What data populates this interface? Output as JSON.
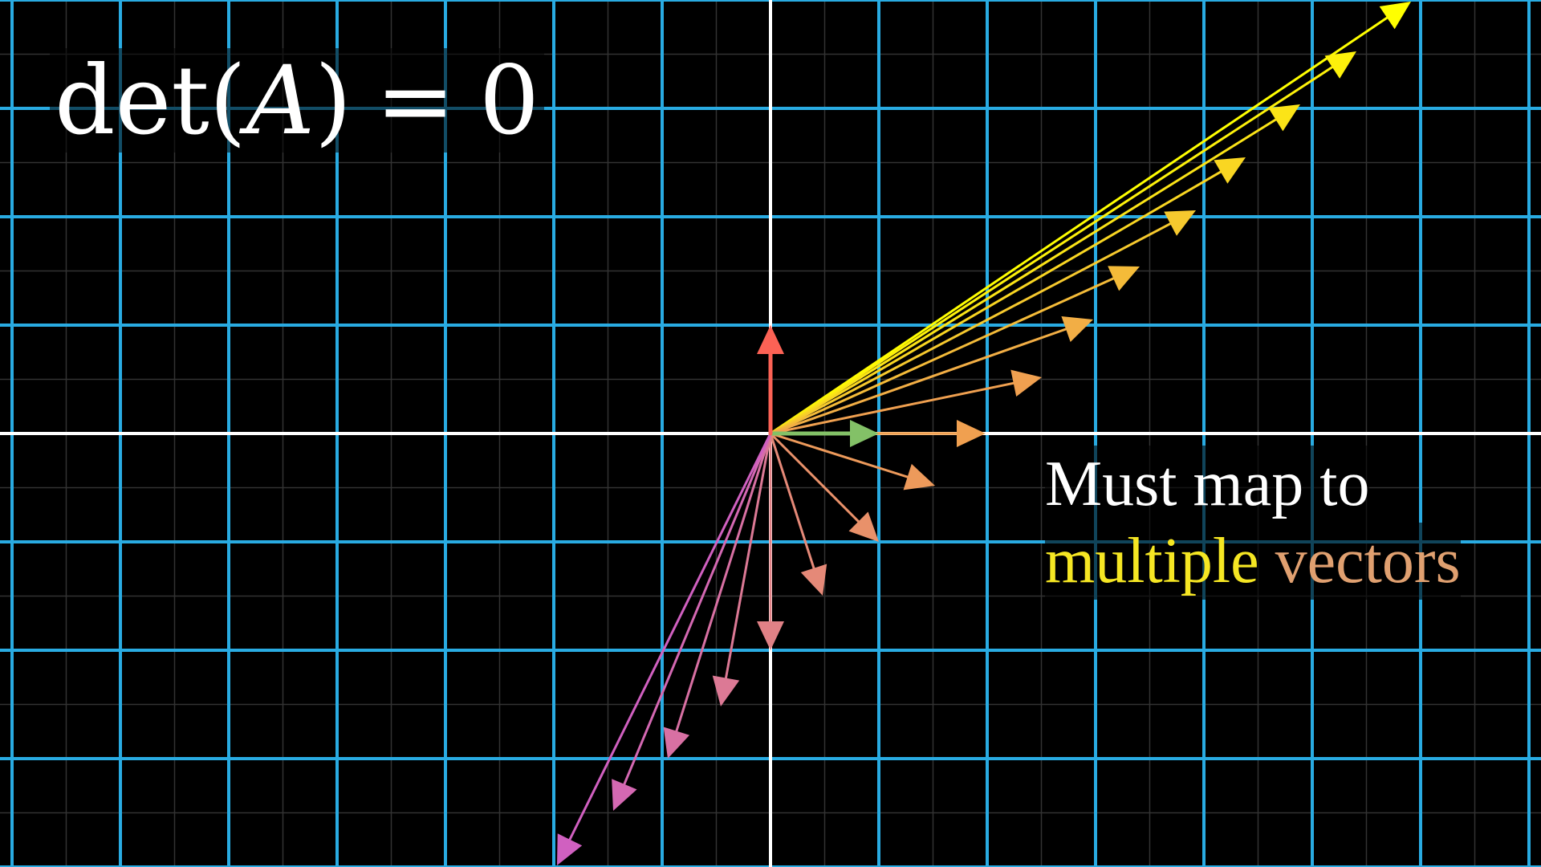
{
  "equation": {
    "function": "det",
    "open_paren": "(",
    "variable": "A",
    "close_paren": ")",
    "equals": "=",
    "value": "0"
  },
  "caption": {
    "line1": "Must map to",
    "line2_words": [
      {
        "text": "multiple",
        "color": "#f5e623"
      },
      {
        "text": "vectors",
        "color": "#e0a070"
      }
    ]
  },
  "colors": {
    "background": "#000000",
    "major_grid": "#29abe2",
    "minor_grid": "#333333",
    "axes": "#ffffff",
    "basis_i": "#83c167",
    "basis_j": "#fc6255",
    "output_top": "#ffff00",
    "output_mid": "#f0a050",
    "output_bottom": "#d060c0"
  }
}
